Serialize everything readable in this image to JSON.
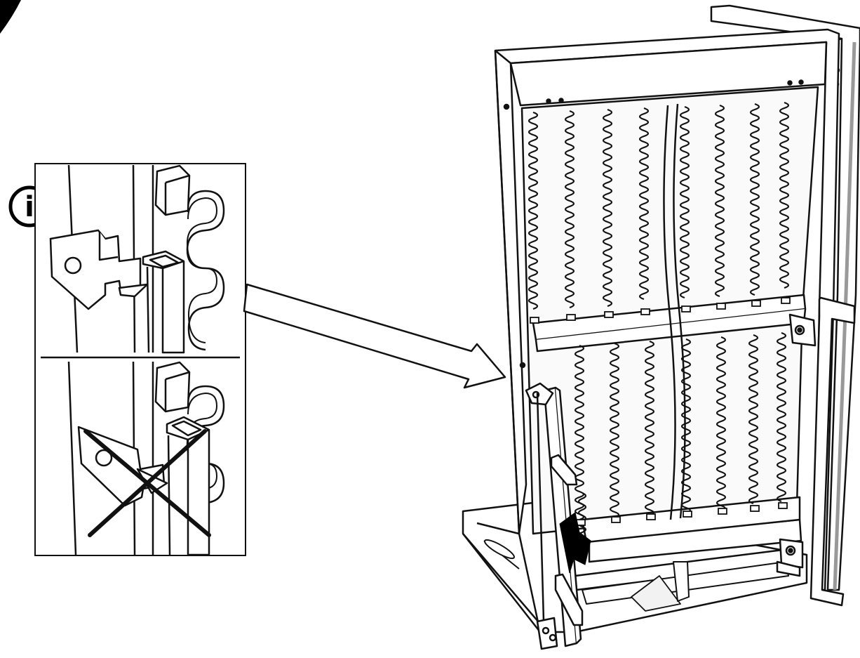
{
  "info_icon": {
    "glyph": "i",
    "icon": "info-icon"
  },
  "callout": {
    "correct": {
      "icon": "correct-bracket-detail"
    },
    "incorrect": {
      "icon": "incorrect-bracket-detail",
      "mark": "cross-mark"
    }
  },
  "arrows": [
    {
      "icon": "callout-arrow"
    },
    {
      "icon": "push-direction-arrow"
    }
  ],
  "colors": {
    "line": "#111111",
    "fill": "#ffffff",
    "shade": "#f2f2f2",
    "dark": "#000000"
  }
}
